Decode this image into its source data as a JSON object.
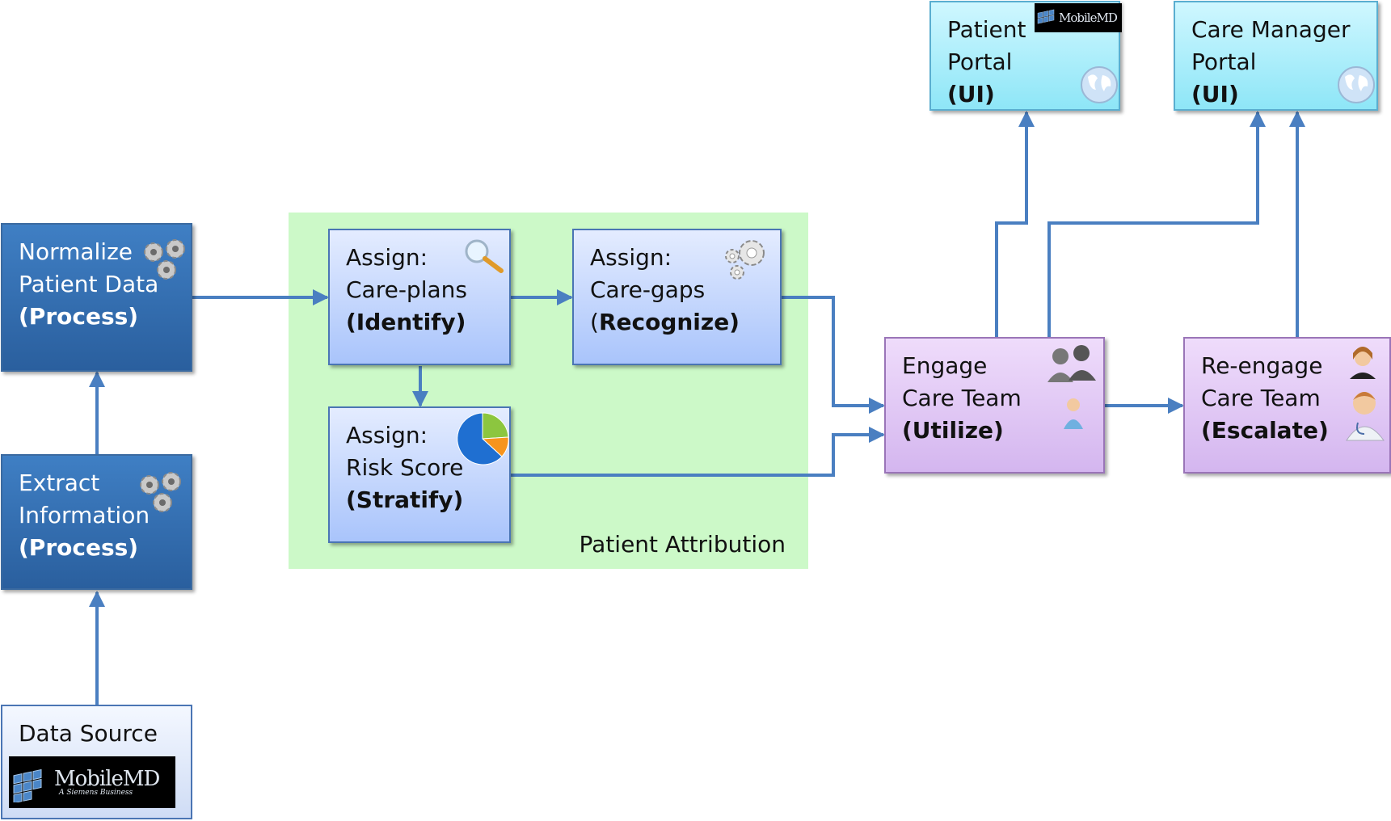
{
  "attribution": {
    "label": "Patient Attribution"
  },
  "nodes": {
    "normalize": {
      "line1": "Normalize",
      "line2": "Patient Data",
      "line3": "(Process)"
    },
    "extract": {
      "line1": "Extract",
      "line2": "Information",
      "line3": "(Process)"
    },
    "source": {
      "line1": "Data Source",
      "logo_text": "MobileMD",
      "logo_sub": "A Siemens Business"
    },
    "careplans": {
      "line1": "Assign:",
      "line2": "Care-plans",
      "line3": "(Identify)"
    },
    "caregaps": {
      "line1": "Assign:",
      "line2": "Care-gaps",
      "line3_prefix": "(",
      "line3": "Recognize)"
    },
    "risk": {
      "line1": "Assign:",
      "line2": "Risk Score",
      "line3": "(Stratify)"
    },
    "engage": {
      "line1": "Engage",
      "line2": "Care Team",
      "line3": "(Utilize)"
    },
    "reengage": {
      "line1": "Re-engage",
      "line2": "Care Team",
      "line3": "(Escalate)"
    },
    "patient_portal": {
      "line1": "Patient",
      "line2": "Portal",
      "line3": "(UI)",
      "logo_text": "MobileMD"
    },
    "manager_portal": {
      "line1": "Care Manager",
      "line2": "Portal",
      "line3": "(UI)"
    }
  },
  "colors": {
    "connector": "#4a7fc1",
    "process_fill": "#3a74b8",
    "assign_fill": "#b7cdfb",
    "engage_fill": "#dcc2f2",
    "portal_fill": "#a6ecfa",
    "attribution_fill": "#ccf9c8"
  },
  "icons": {
    "process": "gears-icon",
    "identify": "magnifier-icon",
    "recognize": "gears-icon",
    "stratify": "pie-chart-icon",
    "engage": "people-icon",
    "escalate": "doctor-icon",
    "portal": "globe-icon"
  }
}
